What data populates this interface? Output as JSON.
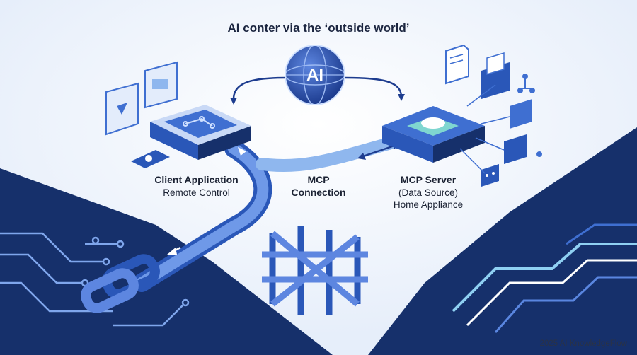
{
  "title": "AI conter via the ‘outside world’",
  "ai_badge": "AI",
  "client": {
    "name": "Client Application",
    "sub": "Remote Control"
  },
  "connection": {
    "line1": "MCP",
    "line2": "Connection"
  },
  "server": {
    "name": "MCP Server",
    "sub1": "(Data Source)",
    "sub2": "Home Appliance"
  },
  "footer": "2025 AI KnowledgeFlow",
  "colors": {
    "navy": "#16306b",
    "blue": "#3f6fd1",
    "light_blue": "#8fb7ee",
    "bg": "#f3f6fb",
    "teal": "#7fd6d0"
  },
  "icons": [
    "ai-globe-icon",
    "client-device-icon",
    "server-device-icon",
    "remote-icon",
    "chain-link-icon",
    "lattice-icon",
    "document-icon",
    "folder-icon",
    "network-icon",
    "media-window-icon"
  ]
}
